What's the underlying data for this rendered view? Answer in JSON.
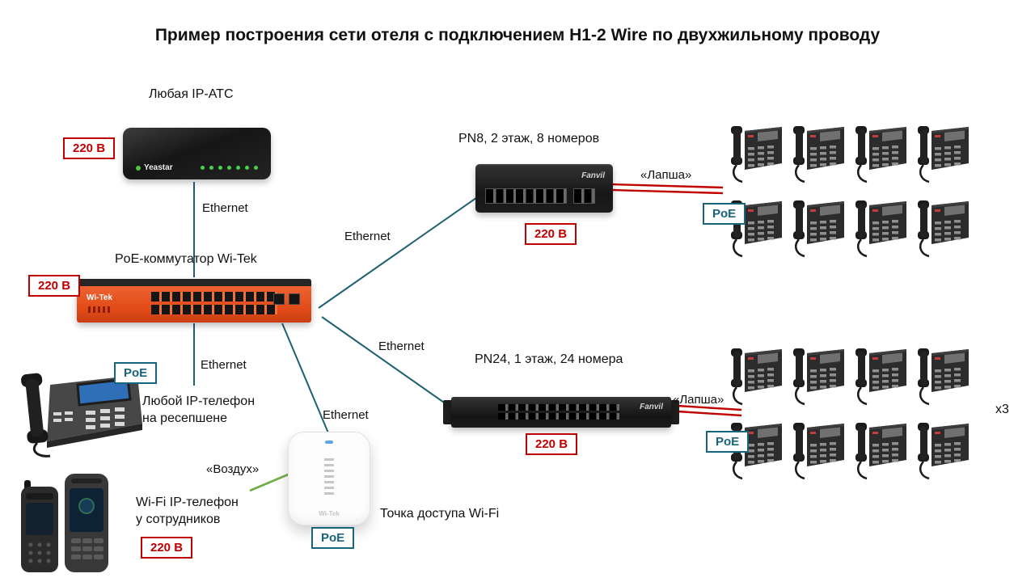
{
  "title": "Пример построения сети отеля с подключением H1-2 Wire по двухжильному проводу",
  "labels": {
    "ethernet": "Ethernet",
    "lapsha": "«Лапша»",
    "air": "«Воздух»",
    "poe": "PoE",
    "power": "220 В",
    "multiplier": "x3"
  },
  "nodes": {
    "pbx": {
      "title": "Любая IP-АТС",
      "brand": "Yeastar"
    },
    "core_switch": {
      "title": "PoE-коммутатор Wi-Tek",
      "brand": "Wi-Tek"
    },
    "pn8": {
      "title": "PN8, 2 этаж, 8 номеров",
      "brand": "Fanvil"
    },
    "pn24": {
      "title": "PN24, 1 этаж, 24 номера",
      "brand": "Fanvil"
    },
    "reception_phone": {
      "line1": "Любой IP-телефон",
      "line2": "на ресепшене"
    },
    "wifi_phone": {
      "line1": "Wi-Fi IP-телефон",
      "line2": "у сотрудников"
    },
    "access_point": {
      "title": "Точка доступа Wi-Fi",
      "brand": "Wi-Tek"
    }
  },
  "connections": [
    {
      "from": "pbx",
      "to": "core_switch",
      "type": "Ethernet"
    },
    {
      "from": "core_switch",
      "to": "pn8",
      "type": "Ethernet"
    },
    {
      "from": "core_switch",
      "to": "pn24",
      "type": "Ethernet"
    },
    {
      "from": "core_switch",
      "to": "reception_phone",
      "type": "Ethernet"
    },
    {
      "from": "core_switch",
      "to": "access_point",
      "type": "Ethernet"
    },
    {
      "from": "pn8",
      "to": "room-phones-floor-2",
      "type": "«Лапша»"
    },
    {
      "from": "pn24",
      "to": "room-phones-floor-1",
      "type": "«Лапша»"
    },
    {
      "from": "access_point",
      "to": "wifi_phone",
      "type": "«Воздух»"
    }
  ],
  "colors": {
    "ethernet_line": "#1f6173",
    "lapsha_line": "#c00000",
    "air_line": "#70ad47",
    "power_badge": "#c00000",
    "poe_badge": "#17647c",
    "switch_orange": "#e94e1b"
  }
}
